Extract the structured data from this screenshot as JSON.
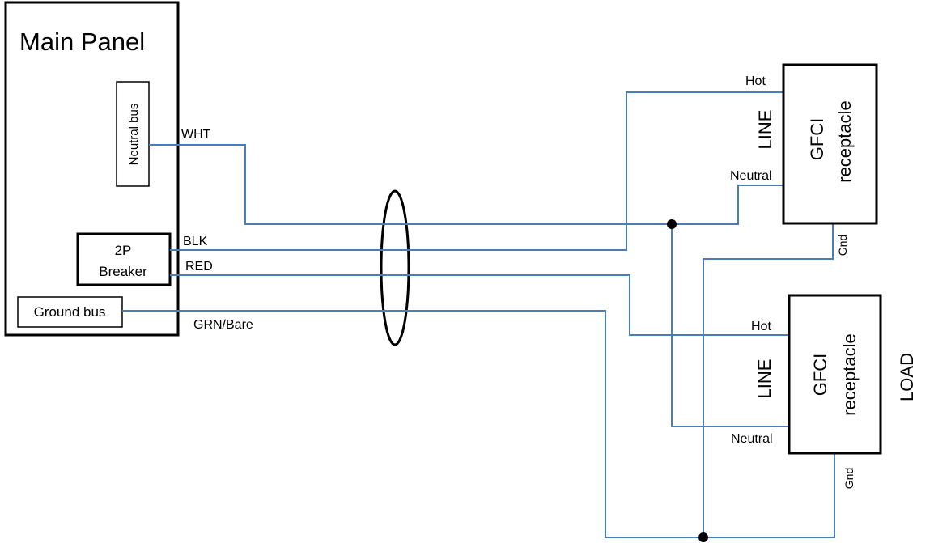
{
  "panel": {
    "title": "Main Panel",
    "neutral_bus": "Neutral bus",
    "breaker_line1": "2P",
    "breaker_line2": "Breaker",
    "ground_bus": "Ground bus"
  },
  "wires": {
    "wht": "WHT",
    "blk": "BLK",
    "red": "RED",
    "grn": "GRN/Bare"
  },
  "gfci_top": {
    "name_line1": "GFCI",
    "name_line2": "receptacle",
    "side": "LINE",
    "hot": "Hot",
    "neutral": "Neutral",
    "gnd": "Gnd"
  },
  "gfci_bottom": {
    "name_line1": "GFCI",
    "name_line2": "receptacle",
    "side": "LINE",
    "load": "LOAD",
    "hot": "Hot",
    "neutral": "Neutral",
    "gnd": "Gnd"
  },
  "colors": {
    "wire": "#4a7ebb",
    "outline": "#000000"
  }
}
